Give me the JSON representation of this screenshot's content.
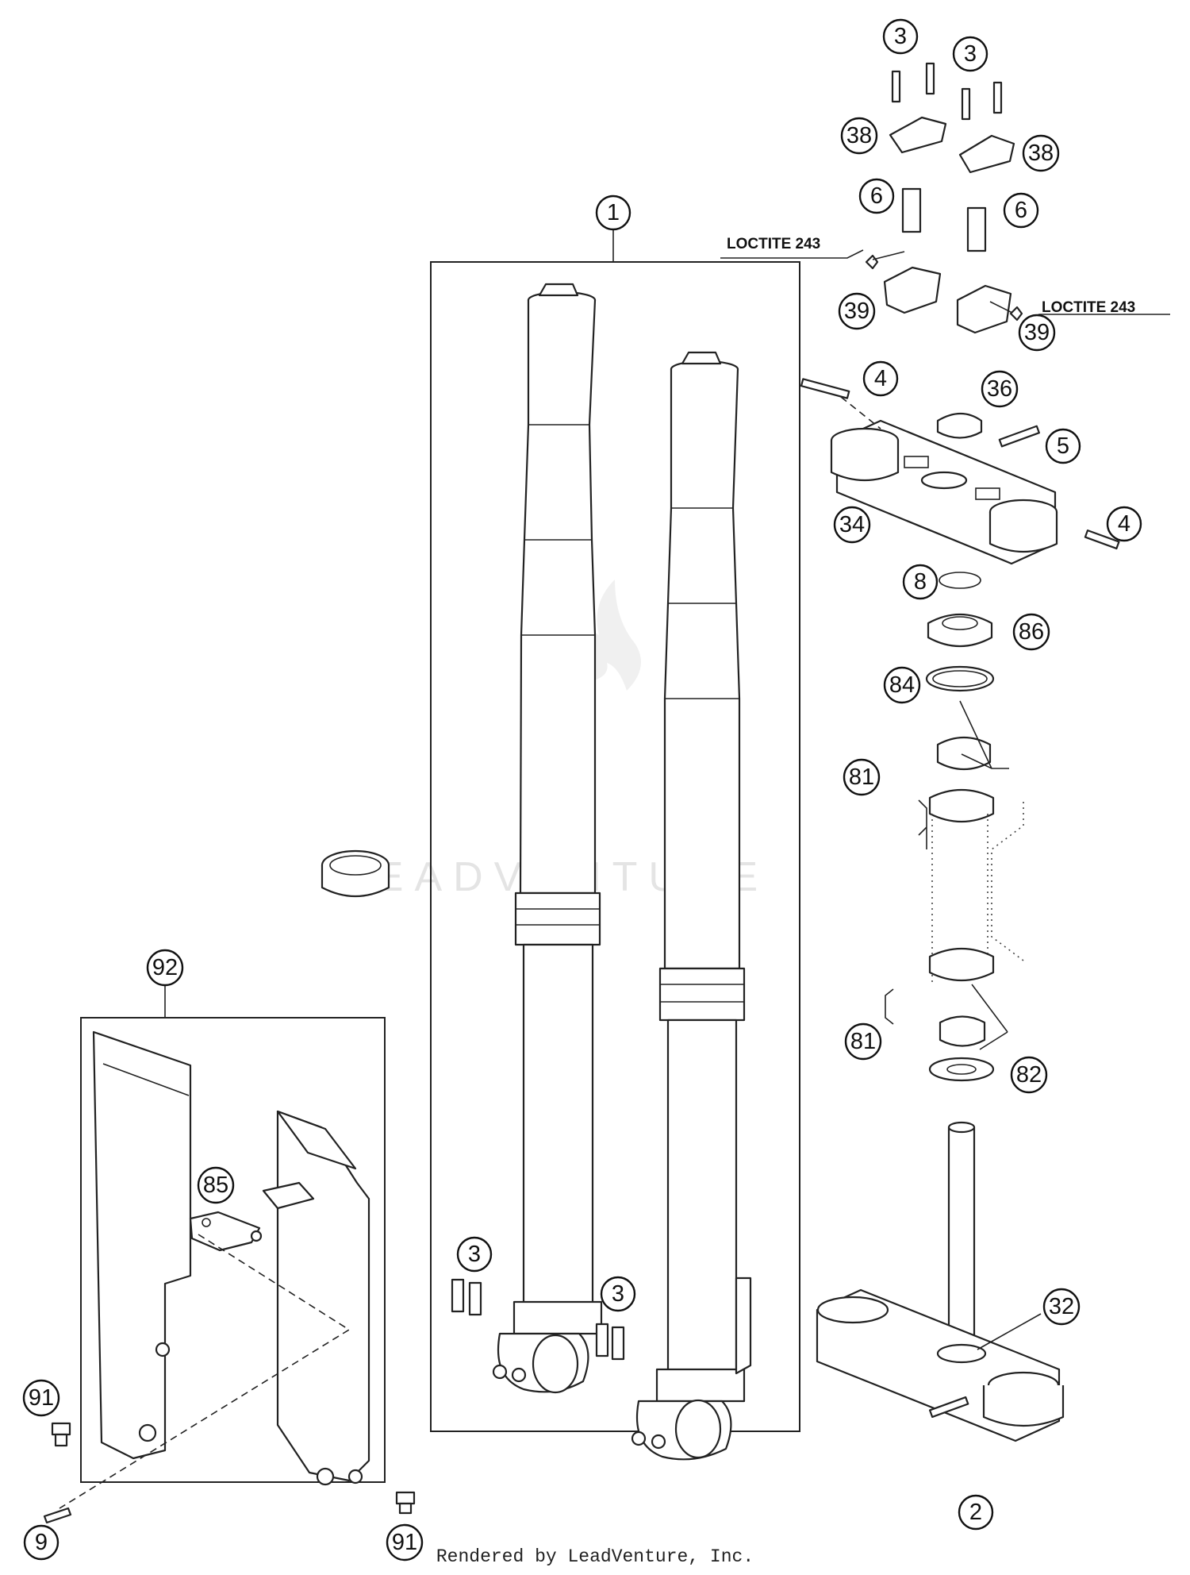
{
  "callouts": [
    {
      "n": "1"
    },
    {
      "n": "3"
    },
    {
      "n": "3"
    },
    {
      "n": "38"
    },
    {
      "n": "38"
    },
    {
      "n": "6"
    },
    {
      "n": "6"
    },
    {
      "n": "39"
    },
    {
      "n": "39"
    },
    {
      "n": "4"
    },
    {
      "n": "36"
    },
    {
      "n": "5"
    },
    {
      "n": "34"
    },
    {
      "n": "4"
    },
    {
      "n": "8"
    },
    {
      "n": "86"
    },
    {
      "n": "84"
    },
    {
      "n": "81"
    },
    {
      "n": "81"
    },
    {
      "n": "82"
    },
    {
      "n": "32"
    },
    {
      "n": "2"
    },
    {
      "n": "92"
    },
    {
      "n": "85"
    },
    {
      "n": "3"
    },
    {
      "n": "3"
    },
    {
      "n": "91"
    },
    {
      "n": "9"
    },
    {
      "n": "91"
    }
  ],
  "labels": {
    "loctite_left": "LOCTITE 243",
    "loctite_right": "LOCTITE 243"
  },
  "watermark": "LEADVENTURE",
  "credit": "Rendered by LeadVenture, Inc."
}
